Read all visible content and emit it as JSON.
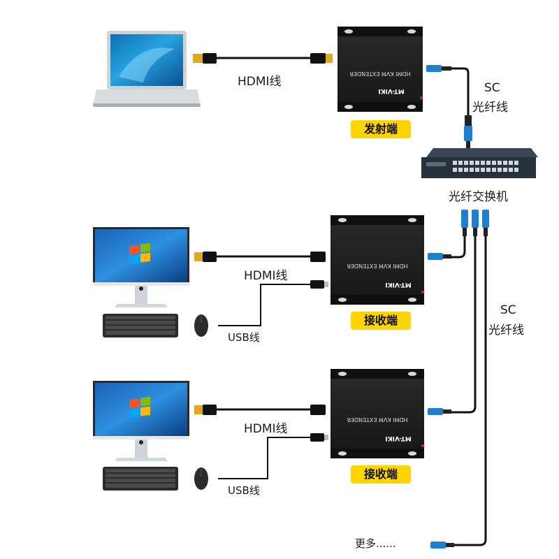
{
  "labels": {
    "hdmi_cable_1": "HDMI线",
    "hdmi_cable_2": "HDMI线",
    "hdmi_cable_3": "HDMI线",
    "usb_cable_1": "USB线",
    "usb_cable_2": "USB线",
    "sc_fiber_top_line1": "SC",
    "sc_fiber_top_line2": "光纤线",
    "sc_fiber_right_line1": "SC",
    "sc_fiber_right_line2": "光纤线",
    "fiber_switch": "光纤交换机",
    "more": "更多......"
  },
  "badges": {
    "transmitter": "发射端",
    "receiver_1": "接收端",
    "receiver_2": "接收端"
  },
  "device_text": {
    "brand": "MT-VIKI",
    "model": "HDMI KVM EXTENDER"
  },
  "colors": {
    "badge": "#ffd400",
    "device_body": "#1f1f1f",
    "fiber_connector": "#1e7fd0",
    "cable": "#111111"
  }
}
